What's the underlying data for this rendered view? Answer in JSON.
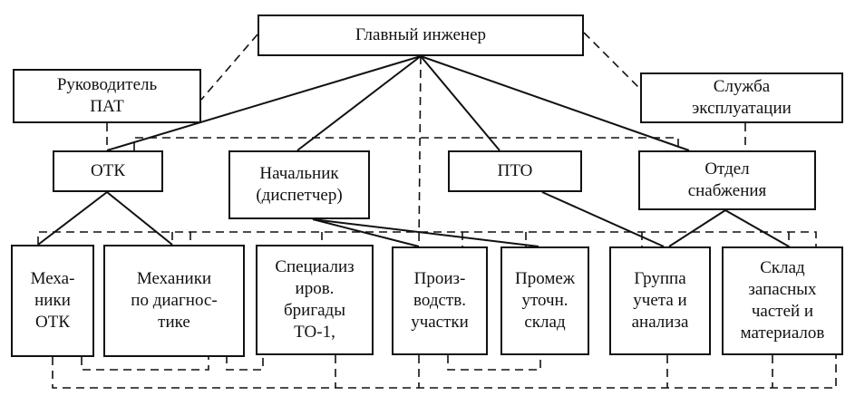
{
  "boxes": {
    "chief_engineer": "Главный инженер",
    "head_pat": "Руководитель\nПАТ",
    "operations_service": "Служба\nэксплуатации",
    "otk": "ОТК",
    "chief_dispatcher": "Начальник\n(диспетчер)",
    "pto": "ПТО",
    "supply_dept": "Отдел\nснабжения",
    "otk_mechanics": "Меха-\nники\nОТК",
    "diagnostics_mechanics": "Механики\nпо диагнос-\nтике",
    "to1_specialists": "Специализ\nиров.\nбригады\nТО-1,",
    "production_sections": "Произ-\nводств.\nучастки",
    "intermediate_warehouse": "Промеж\nуточн.\nсклад",
    "accounting_group": "Группа\nучета и\nанализа",
    "spare_parts_warehouse": "Склад\nзапасных\nчастей и\nматериалов"
  }
}
